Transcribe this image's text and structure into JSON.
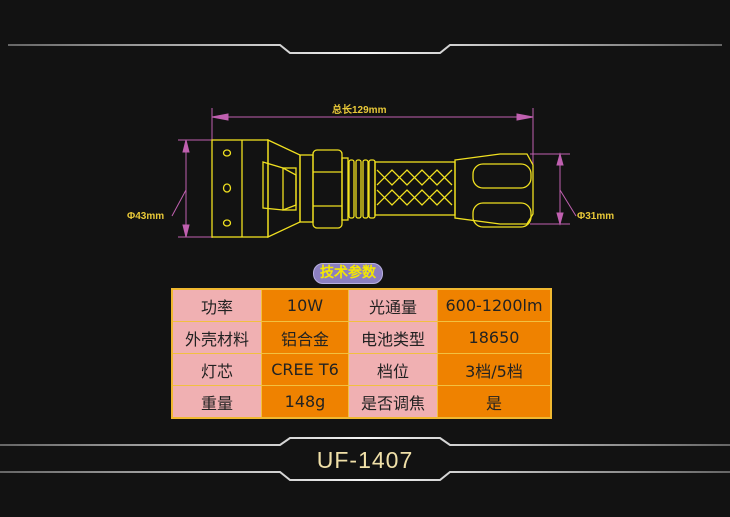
{
  "dimensions": {
    "total_length": "总长129mm",
    "head_diameter": "Φ43mm",
    "tail_diameter": "Φ31mm"
  },
  "spec_title": "技术参数",
  "specs": [
    {
      "k1": "功率",
      "v1": "10W",
      "k2": "光通量",
      "v2": "600-1200lm"
    },
    {
      "k1": "外壳材料",
      "v1": "铝合金",
      "k2": "电池类型",
      "v2": "18650"
    },
    {
      "k1": "灯芯",
      "v1": "CREE T6",
      "k2": "档位",
      "v2": "3档/5档"
    },
    {
      "k1": "重量",
      "v1": "148g",
      "k2": "是否调焦",
      "v2": "是"
    }
  ],
  "model": "UF-1407",
  "colors": {
    "outline": "#f0e020",
    "dim": "#c060b0",
    "pink": "#f0b0b2",
    "orange": "#ef8200"
  }
}
